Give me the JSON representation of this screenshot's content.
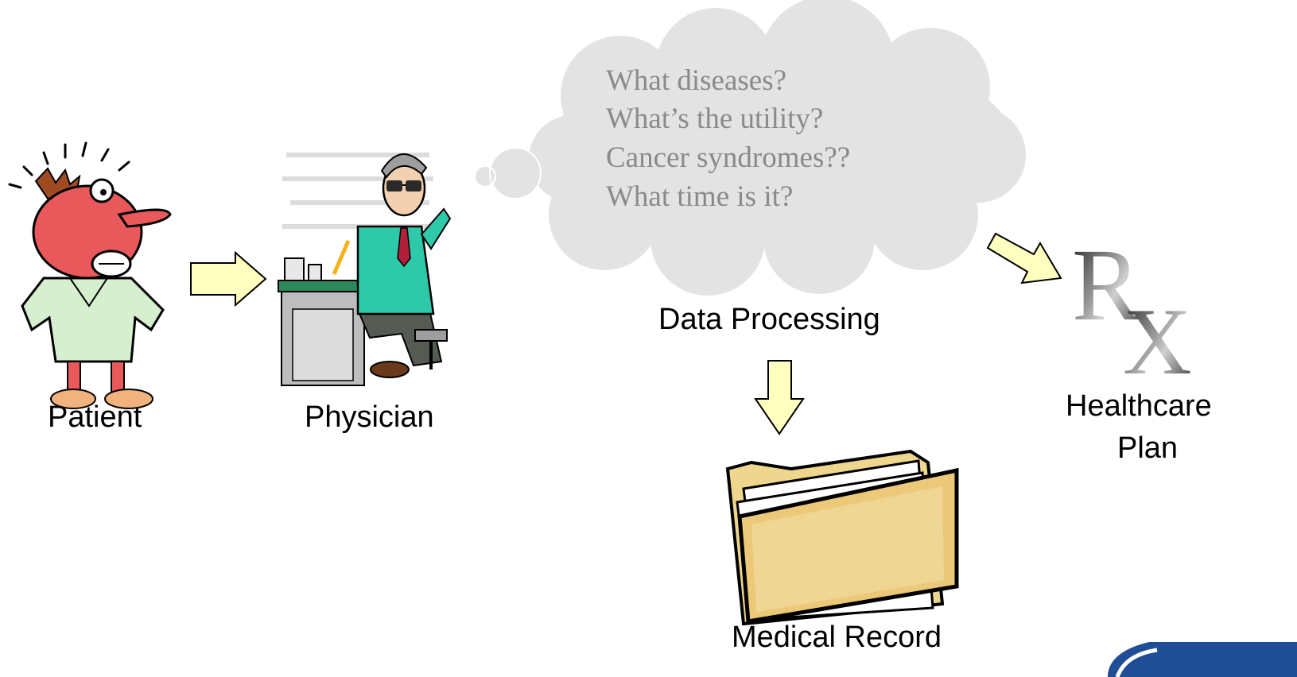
{
  "nodes": {
    "patient": {
      "label": "Patient"
    },
    "physician": {
      "label": "Physician"
    },
    "data_processing": {
      "label": "Data Processing"
    },
    "medical_record": {
      "label": "Medical Record"
    },
    "healthcare_plan": {
      "label_line1": "Healthcare",
      "label_line2": "Plan"
    }
  },
  "thought_bubble": {
    "lines": [
      "What diseases?",
      "What’s the utility?",
      "Cancer syndromes??",
      "What time is it?"
    ]
  },
  "rx_symbol": {
    "r": "R",
    "x": "X"
  },
  "colors": {
    "arrow_fill": "#ffffc0",
    "arrow_stroke": "#000000",
    "cloud_fill": "#e3e3e3",
    "cloud_text": "#8a8a8a",
    "folder_fill": "#efd68f",
    "patient_skin": "#e9585a",
    "physician_coat": "#2ec9a8",
    "corner_logo": "#1f4e96"
  }
}
